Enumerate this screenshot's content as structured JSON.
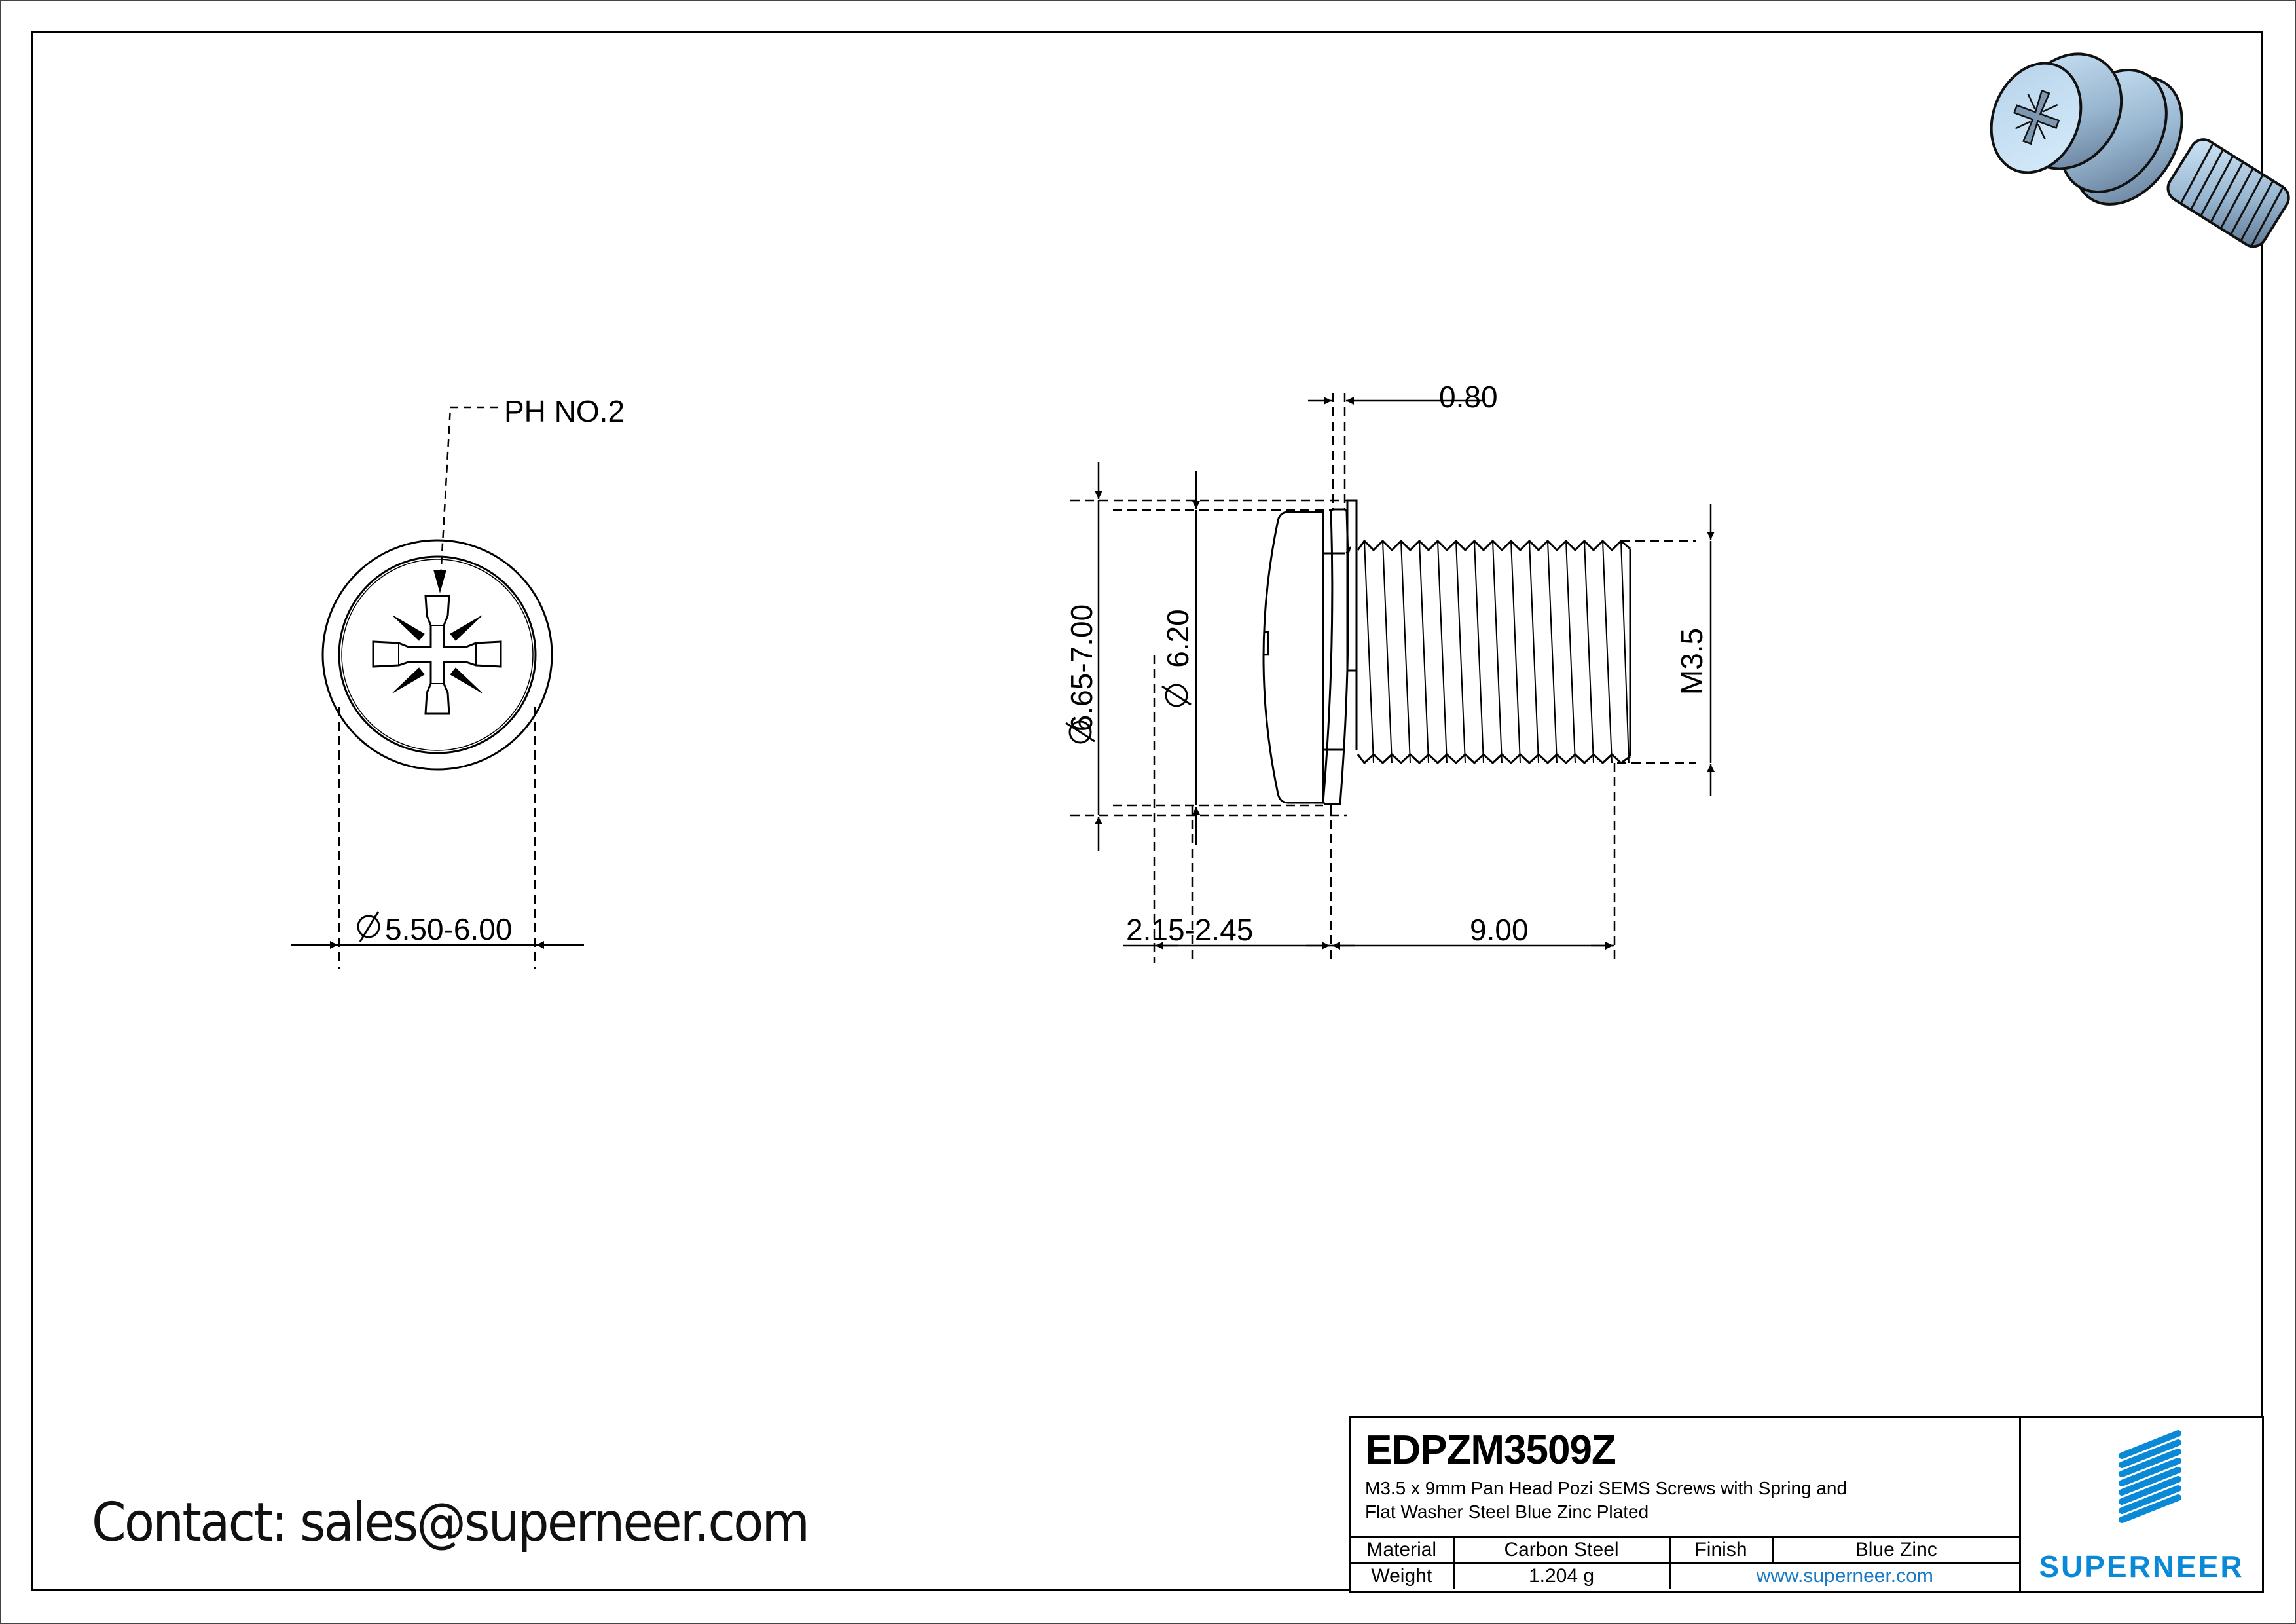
{
  "drawing": {
    "front_view": {
      "callout": "PH NO.2",
      "diameter_dim": "5.50-6.00"
    },
    "side_view": {
      "washer_thickness_dim": "0.80",
      "washer_diameter_dim": "6.65-7.00",
      "head_diameter_dim": "6.20",
      "thread_dim": "M3.5",
      "head_height_dim": "2.15-2.45",
      "length_dim": "9.00"
    },
    "iso_view": {
      "description": "3D render of screw with washers"
    }
  },
  "contact": {
    "text": "Contact: sales@superneer.com"
  },
  "title_block": {
    "part_number": "EDPZM3509Z",
    "description_line1": "M3.5 x 9mm Pan Head Pozi SEMS Screws with Spring and",
    "description_line2": "Flat Washer Steel Blue Zinc Plated",
    "material_label": "Material",
    "material_value": "Carbon Steel",
    "finish_label": "Finish",
    "finish_value": "Blue Zinc",
    "weight_label": "Weight",
    "weight_value": "1.204 g",
    "website": "www.superneer.com",
    "brand": "SUPERNEER",
    "brand_color": "#0a8ad6"
  }
}
